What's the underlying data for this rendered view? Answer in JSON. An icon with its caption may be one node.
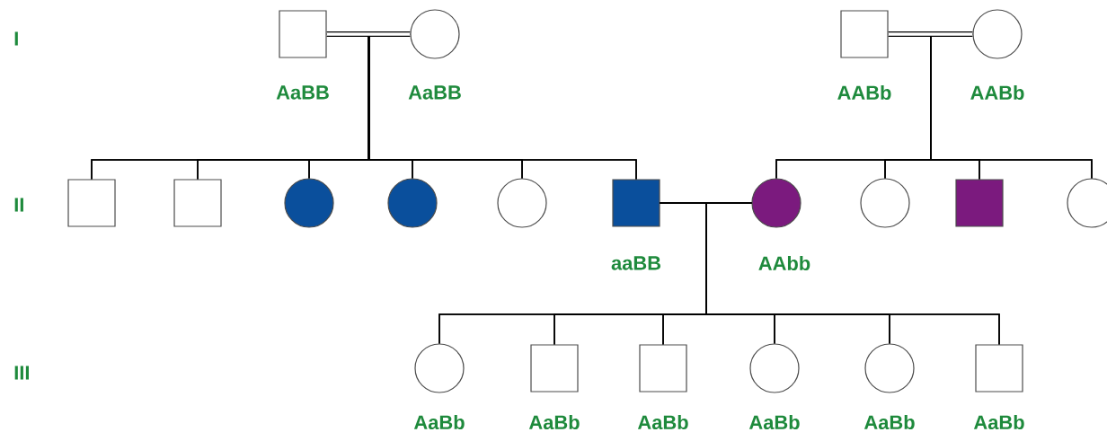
{
  "diagram": {
    "nodes": [
      {
        "text": [],
        "shape": "square",
        "beside": [
          "AaBB"
        ]
      },
      {
        "text": [],
        "shape": "circle",
        "beside": [
          "AaBB"
        ]
      },
      {
        "text": [],
        "shape": "square",
        "beside": [
          "AABb"
        ]
      },
      {
        "text": [],
        "shape": "circle",
        "beside": [
          "AABb"
        ]
      },
      {
        "text": [],
        "shape": "square"
      },
      {
        "text": [],
        "shape": "square"
      },
      {
        "text": [],
        "shape": "circle"
      },
      {
        "text": [],
        "shape": "circle"
      },
      {
        "text": [],
        "shape": "circle"
      },
      {
        "text": [],
        "shape": "square",
        "beside": [
          "aaBB"
        ]
      },
      {
        "text": [],
        "shape": "circle",
        "beside": [
          "AAbb"
        ]
      },
      {
        "text": [],
        "shape": "circle"
      },
      {
        "text": [],
        "shape": "square"
      },
      {
        "text": [],
        "shape": "circle"
      },
      {
        "text": [],
        "shape": "circle",
        "beside": [
          "AaBb"
        ]
      },
      {
        "text": [],
        "shape": "square",
        "beside": [
          "AaBb"
        ]
      },
      {
        "text": [],
        "shape": "square",
        "beside": [
          "AaBb"
        ]
      },
      {
        "text": [],
        "shape": "circle",
        "beside": [
          "AaBb"
        ]
      },
      {
        "text": [],
        "shape": "circle",
        "beside": [
          "AaBb"
        ]
      },
      {
        "text": [],
        "shape": "square",
        "beside": [
          "AaBb"
        ]
      }
    ],
    "edges": [
      {
        "from": 0,
        "to": 1,
        "arrow": "none",
        "style": "thick"
      },
      {
        "from": 2,
        "to": 3,
        "arrow": "none",
        "style": "thick"
      },
      {
        "from": 9,
        "to": 10,
        "arrow": "none"
      },
      {
        "from": 0,
        "to": 4,
        "arrow": "none"
      },
      {
        "from": 1,
        "to": 4,
        "arrow": "none"
      },
      {
        "from": 0,
        "to": 5,
        "arrow": "none"
      },
      {
        "from": 1,
        "to": 5,
        "arrow": "none"
      },
      {
        "from": 0,
        "to": 6,
        "arrow": "none"
      },
      {
        "from": 1,
        "to": 6,
        "arrow": "none"
      },
      {
        "from": 0,
        "to": 7,
        "arrow": "none"
      },
      {
        "from": 1,
        "to": 7,
        "arrow": "none"
      },
      {
        "from": 0,
        "to": 8,
        "arrow": "none"
      },
      {
        "from": 1,
        "to": 8,
        "arrow": "none"
      },
      {
        "from": 0,
        "to": 9,
        "arrow": "none"
      },
      {
        "from": 1,
        "to": 9,
        "arrow": "none"
      },
      {
        "from": 2,
        "to": 10,
        "arrow": "none"
      },
      {
        "from": 3,
        "to": 10,
        "arrow": "none"
      },
      {
        "from": 2,
        "to": 11,
        "arrow": "none"
      },
      {
        "from": 3,
        "to": 11,
        "arrow": "none"
      },
      {
        "from": 2,
        "to": 12,
        "arrow": "none"
      },
      {
        "from": 3,
        "to": 12,
        "arrow": "none"
      },
      {
        "from": 2,
        "to": 13,
        "arrow": "none"
      },
      {
        "from": 3,
        "to": 13,
        "arrow": "none"
      },
      {
        "from": 9,
        "to": 14,
        "arrow": "none"
      },
      {
        "from": 10,
        "to": 14,
        "arrow": "none"
      },
      {
        "from": 9,
        "to": 15,
        "arrow": "none"
      },
      {
        "from": 10,
        "to": 15,
        "arrow": "none"
      },
      {
        "from": 9,
        "to": 16,
        "arrow": "none"
      },
      {
        "from": 10,
        "to": 16,
        "arrow": "none"
      },
      {
        "from": 9,
        "to": 17,
        "arrow": "none"
      },
      {
        "from": 10,
        "to": 17,
        "arrow": "none"
      },
      {
        "from": 9,
        "to": 18,
        "arrow": "none"
      },
      {
        "from": 10,
        "to": 18,
        "arrow": "none"
      },
      {
        "from": 9,
        "to": 19,
        "arrow": "none"
      },
      {
        "from": 10,
        "to": 19,
        "arrow": "none"
      }
    ],
    "labels": [
      "I",
      "II",
      "III"
    ]
  }
}
